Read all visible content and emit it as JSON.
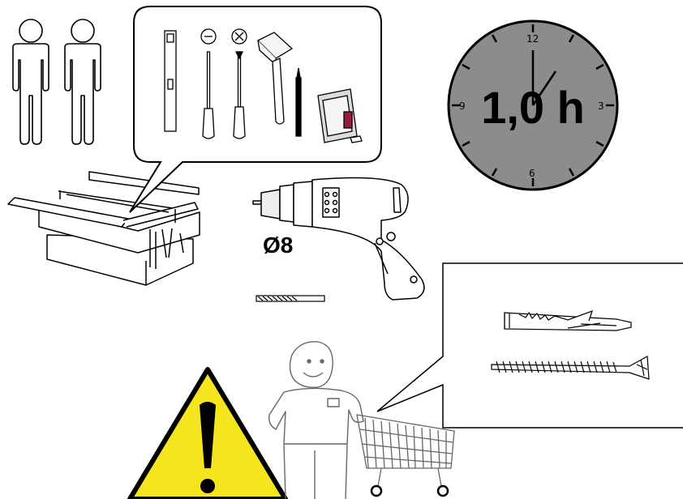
{
  "instruction": {
    "time_estimate": "1,0 h",
    "drill_bit_size": "Ø8",
    "clock_numbers": {
      "top": "12",
      "right": "3",
      "bottom": "6",
      "left": "9"
    },
    "people_required": 2
  },
  "colors": {
    "clock_face": "#8c8c8c",
    "warning_fill": "#f5e51f",
    "tape_measure_accent": "#9b1b3a",
    "line": "#000000",
    "background": "#ffffff"
  },
  "icons": {
    "people": "two-person-icon",
    "tools": [
      "spirit-level-icon",
      "flat-screwdriver-icon",
      "phillips-screwdriver-icon",
      "mallet-icon",
      "pencil-icon",
      "tape-measure-icon"
    ],
    "toolbox": "toolbox-icon",
    "drill": "drill-icon",
    "drill_bit": "drill-bit-icon",
    "clock": "clock-icon",
    "hardware": [
      "wall-plug-icon",
      "screw-icon"
    ],
    "warning": "warning-icon",
    "shopper": "shopper-icon"
  }
}
